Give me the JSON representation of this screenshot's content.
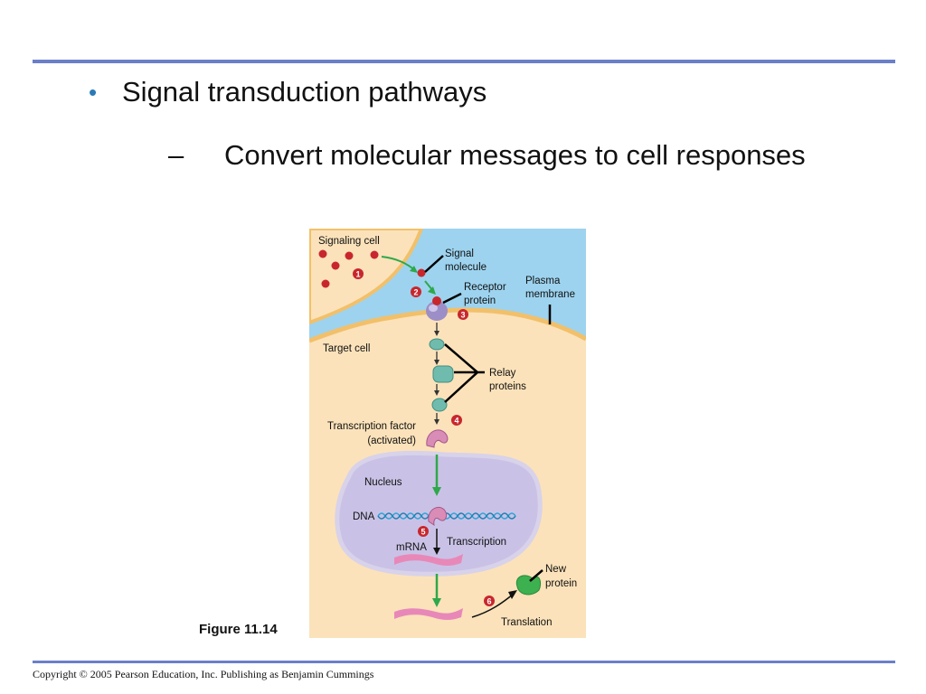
{
  "slide": {
    "bullet": "Signal transduction pathways",
    "sub_bullet_marker": "–",
    "sub_bullet": "Convert molecular messages to cell responses",
    "figure_caption": "Figure 11.14",
    "copyright": "Copyright © 2005 Pearson Education, Inc. Publishing as Benjamin Cummings"
  },
  "diagram": {
    "labels": {
      "signaling_cell": "Signaling cell",
      "signal_molecule_1": "Signal",
      "signal_molecule_2": "molecule",
      "plasma_membrane_1": "Plasma",
      "plasma_membrane_2": "membrane",
      "receptor_protein_1": "Receptor",
      "receptor_protein_2": "protein",
      "target_cell": "Target cell",
      "relay_proteins_1": "Relay",
      "relay_proteins_2": "proteins",
      "transcription_factor_1": "Transcription factor",
      "transcription_factor_2": "(activated)",
      "nucleus": "Nucleus",
      "dna": "DNA",
      "mrna": "mRNA",
      "transcription": "Transcription",
      "new_protein_1": "New",
      "new_protein_2": "protein",
      "translation": "Translation"
    },
    "steps": [
      "1",
      "2",
      "3",
      "4",
      "5",
      "6"
    ],
    "colors": {
      "extracellular": "#9dd3ef",
      "cytoplasm": "#fbe2ba",
      "membrane": "#f2c06a",
      "nucleus": "#c9c2e6",
      "signal_molecule": "#c8262d",
      "relay_protein": "#6fbcae",
      "arrow_green": "#2ea84a",
      "mrna": "#e888b8",
      "new_protein": "#3db04f"
    }
  }
}
